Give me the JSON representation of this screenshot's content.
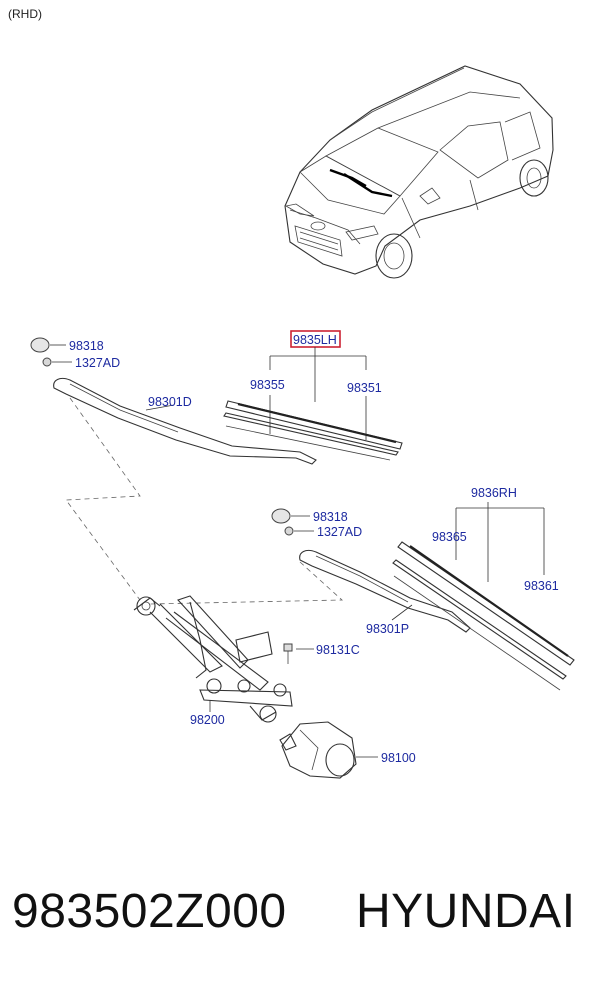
{
  "header": {
    "variant": "(RHD)"
  },
  "parts": {
    "cap_lh": "98318",
    "nut_lh": "1327AD",
    "arm_lh": "98301D",
    "blade_lh_assy": "9835LH",
    "blade_lh_a": "98355",
    "blade_lh_b": "98351",
    "cap_rh": "98318",
    "nut_rh": "1327AD",
    "arm_rh": "98301P",
    "blade_rh_assy": "9836RH",
    "blade_rh_a": "98365",
    "blade_rh_b": "98361",
    "linkage_bolt": "98131C",
    "linkage": "98200",
    "motor": "98100"
  },
  "caption": {
    "part_number": "983502Z000",
    "brand": "HYUNDAI"
  },
  "colors": {
    "label": "#1d2aa0",
    "highlight": "#cc2233",
    "line": "#333333"
  }
}
